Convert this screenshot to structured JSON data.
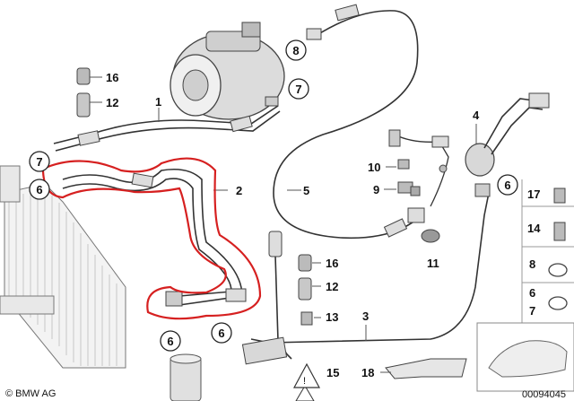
{
  "callouts": {
    "c1": "1",
    "c2": "2",
    "c3": "3",
    "c4": "4",
    "c5": "5",
    "c6a": "6",
    "c6b": "6",
    "c6c": "6",
    "c6d": "6",
    "c6e": "6",
    "c7a": "7",
    "c7b": "7",
    "c7c": "7",
    "c8a": "8",
    "c8b": "8",
    "c9": "9",
    "c10": "10",
    "c11": "11",
    "c12a": "12",
    "c12b": "12",
    "c13": "13",
    "c14": "14",
    "c15": "15",
    "c16a": "16",
    "c16b": "16",
    "c17": "17",
    "c18": "18"
  },
  "footer": {
    "brand": "© BMW AG",
    "diagram_number": "00094045"
  },
  "colors": {
    "highlight": "#d62020",
    "ink": "#222222",
    "part_gray": "#9a9a9a"
  }
}
